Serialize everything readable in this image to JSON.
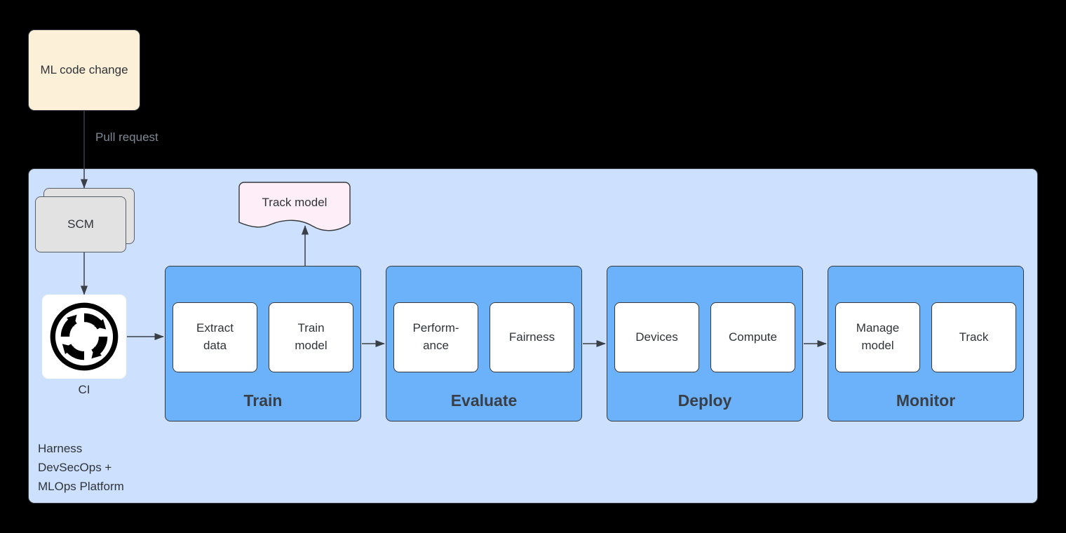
{
  "diagram": {
    "title": "ML code change to MLOps pipeline flow",
    "background_color": "#000000"
  },
  "source_node": {
    "label": "ML code change",
    "fill_color": "#fdf0d9"
  },
  "edges": {
    "pull_request_label": "Pull request"
  },
  "platform": {
    "caption": "Harness\nDevSecOps +\nMLOps Platform",
    "fill_color": "#cde1ff"
  },
  "scm": {
    "label": "SCM",
    "fill_color": "#e2e2e2"
  },
  "ci": {
    "label": "CI",
    "icon": "continuous-integration-circular-arrows-icon"
  },
  "track_model": {
    "label": "Track model",
    "fill_color": "#fdeef7"
  },
  "stages": [
    {
      "id": "train",
      "title": "Train",
      "fill_color": "#6cb2fa",
      "tasks": [
        "Extract\ndata",
        "Train\nmodel"
      ]
    },
    {
      "id": "evaluate",
      "title": "Evaluate",
      "fill_color": "#6cb2fa",
      "tasks": [
        "Perform-\nance",
        "Fairness"
      ]
    },
    {
      "id": "deploy",
      "title": "Deploy",
      "fill_color": "#6cb2fa",
      "tasks": [
        "Devices",
        "Compute"
      ]
    },
    {
      "id": "monitor",
      "title": "Monitor",
      "fill_color": "#6cb2fa",
      "tasks": [
        "Manage\nmodel",
        "Track"
      ]
    }
  ]
}
